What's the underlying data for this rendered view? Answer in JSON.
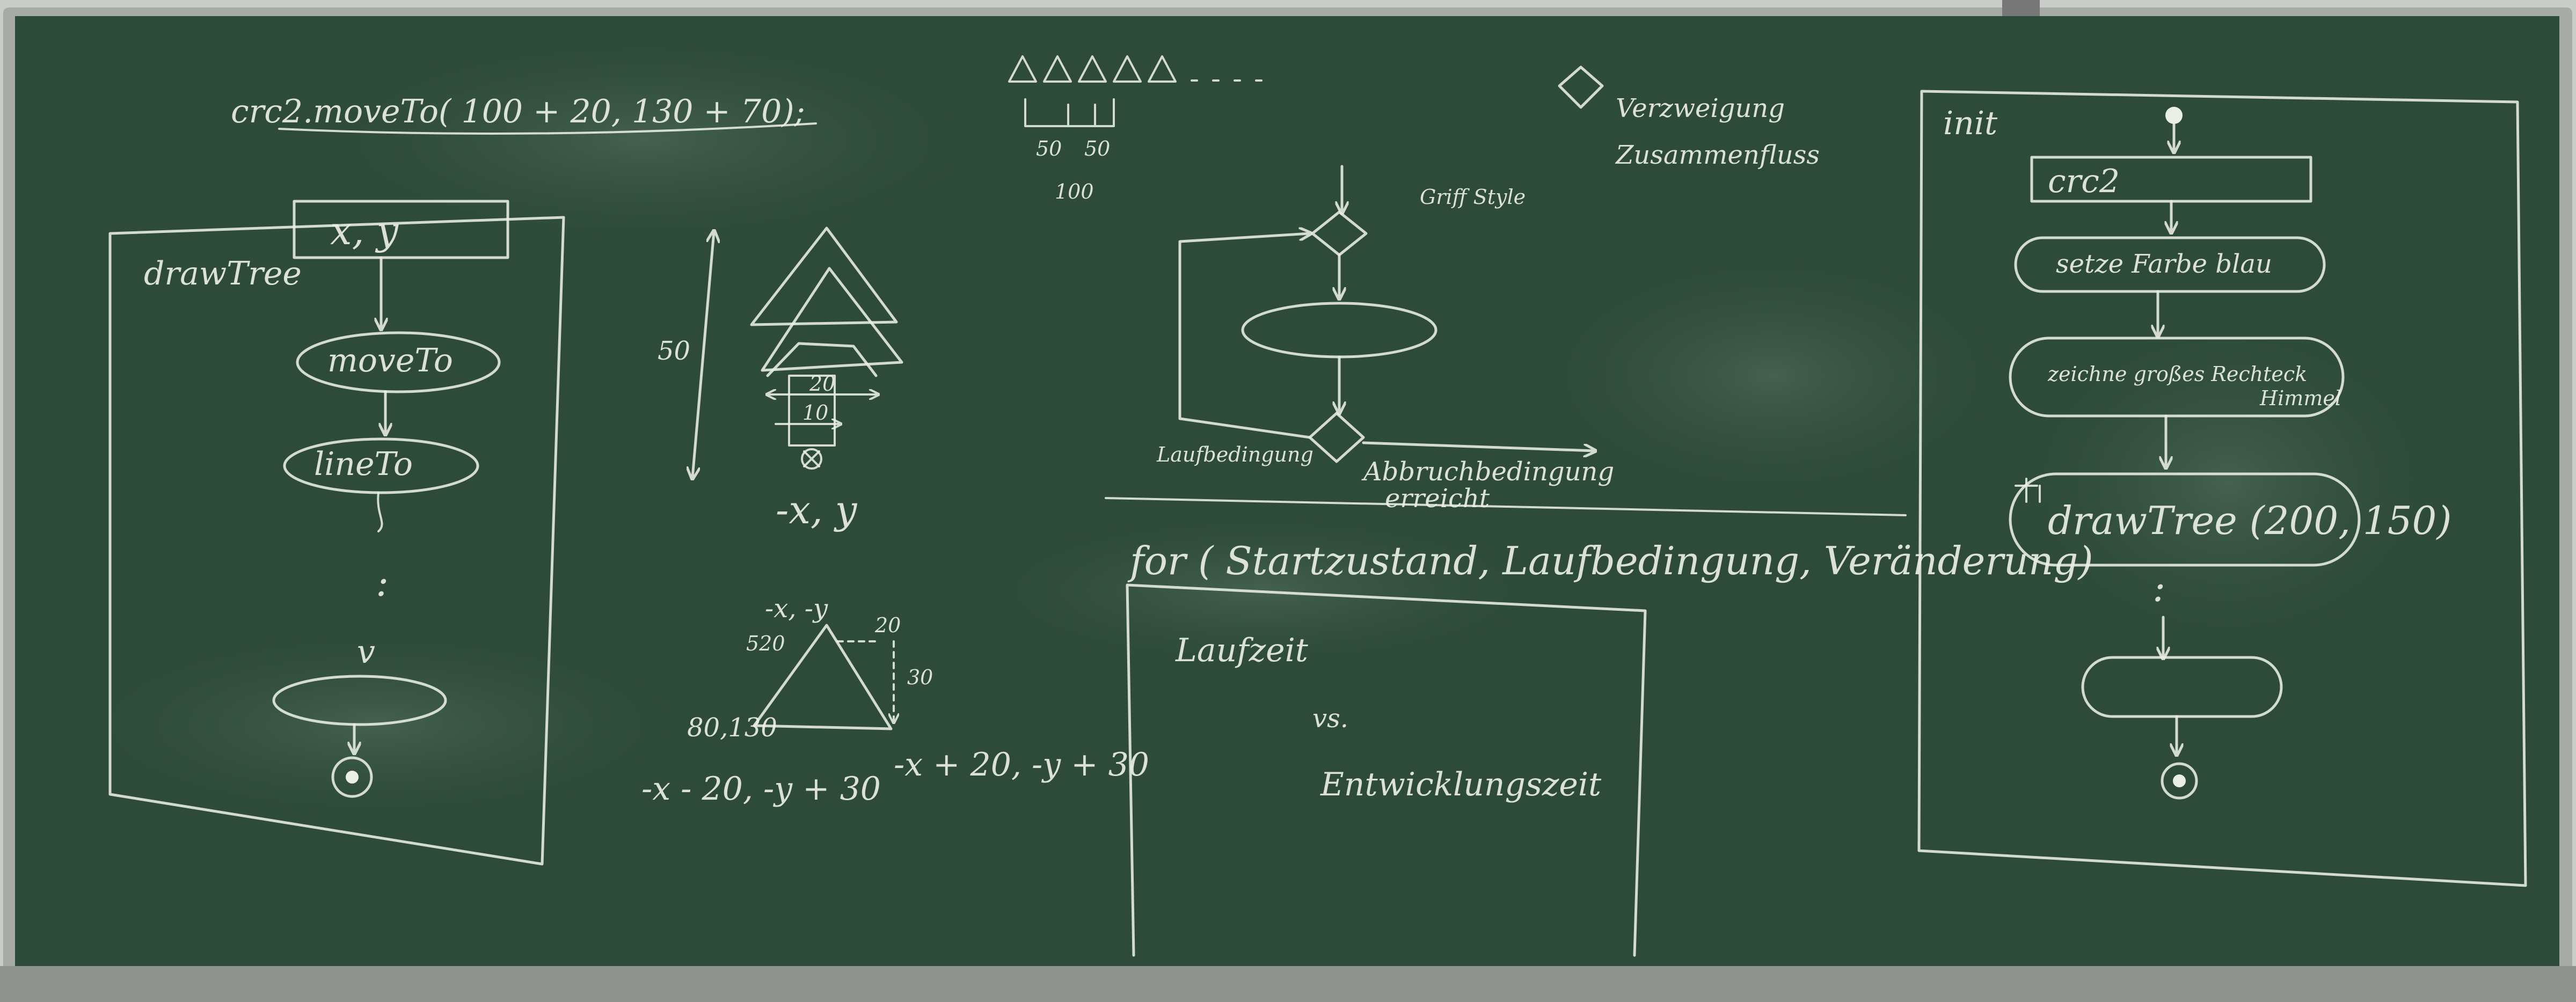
{
  "colors": {
    "board": "#2e4a3a",
    "chalk": "#e9eee6",
    "frame": "#b8bcb8"
  },
  "left": {
    "code": "crc2.moveTo( 100 + 20, 130 + 70);",
    "params": "x, y",
    "func_name": "drawTree",
    "node_moveto": "moveTo",
    "node_lineto": "lineTo",
    "dots": ":",
    "arrow_v": "v"
  },
  "triangles": {
    "scale_50a": "50",
    "scale_50b": "50",
    "scale_100": "100",
    "height_50": "50",
    "dim_20": "20",
    "dim_10": "10",
    "label_xy": "-x, y",
    "top_label": "-x, -y",
    "left_20": "520",
    "right_20": "20",
    "right_30": "30",
    "bottom_left": "80,130",
    "bottom_left_expr": "-x - 20, -y + 30",
    "bottom_right_expr": "-x + 20, -y + 30"
  },
  "legend": {
    "branch": "Verzweigung",
    "merge": "Zusammenfluss",
    "ghost": "Griff Style"
  },
  "loop": {
    "condition": "Laufbedingung",
    "exit_1": "Abbruchbedingung",
    "exit_2": "erreicht",
    "for": "for ( Startzustand, Laufbedingung, Veränderung)"
  },
  "runtime": {
    "line1": "Laufzeit",
    "line2": "vs.",
    "line3": "Entwicklungszeit"
  },
  "init": {
    "title": "init",
    "n1": "crc2",
    "n2": "setze Farbe blau",
    "n3a": "zeichne großes Rechteck",
    "n3b": "Himmel",
    "n4": "drawTree (200, 150)",
    "dots": ":"
  }
}
